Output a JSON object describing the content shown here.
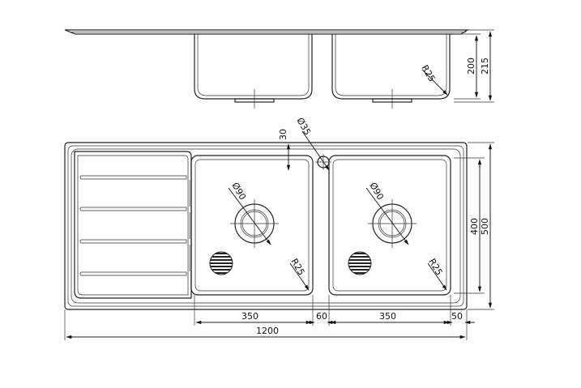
{
  "drawing": {
    "top_view_dims": {
      "height_inner": "200",
      "height_total": "215",
      "corner_radius": "R25"
    },
    "plan_view_dims": {
      "drain_offset": "30",
      "tap_hole": "Ø35",
      "waste_left": "Ø90",
      "waste_right": "Ø90",
      "radius_left": "R25",
      "radius_right": "R25",
      "bowl_depth": "400",
      "total_depth": "500",
      "bowl_left_width": "350",
      "gap_width": "60",
      "bowl_right_width": "350",
      "right_margin": "50",
      "total_width": "1200"
    }
  }
}
